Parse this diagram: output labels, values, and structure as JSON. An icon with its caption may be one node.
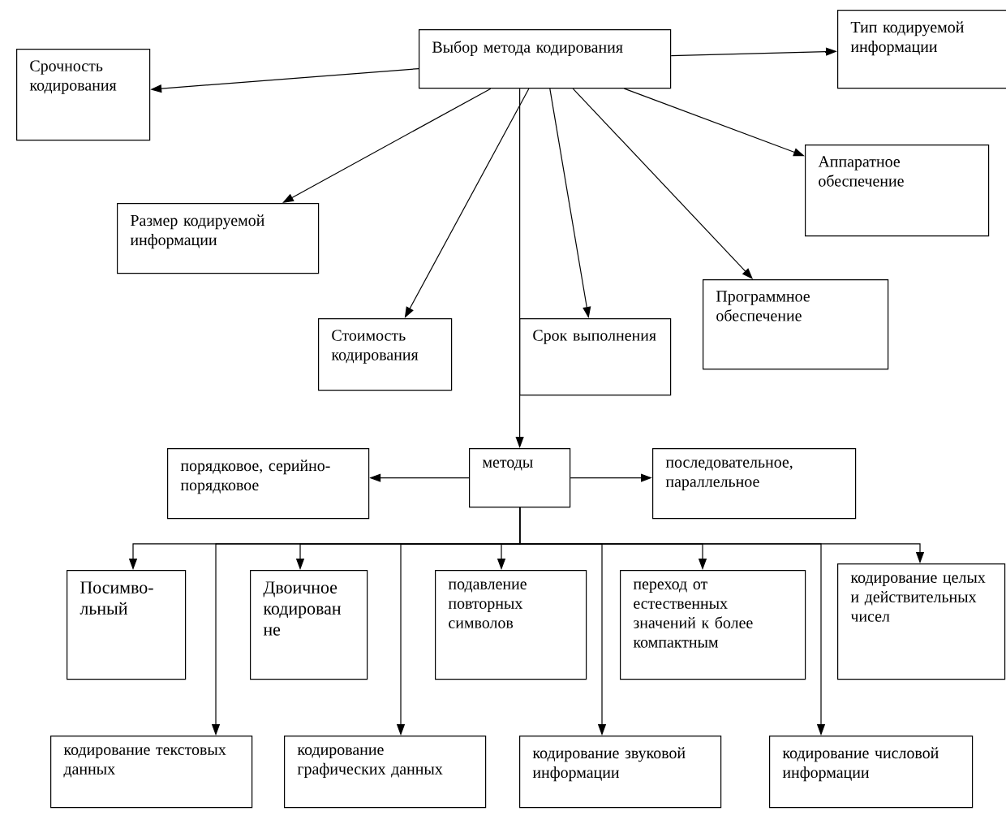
{
  "diagram": {
    "nodes": [
      {
        "text": [
          "Выбор метода кодирования"
        ]
      },
      {
        "text": [
          "Срочность кодирования"
        ]
      },
      {
        "text": [
          "Тип кодируемой информации"
        ]
      },
      {
        "text": [
          "Размер кодируемой информации"
        ]
      },
      {
        "text": [
          "Аппаратное обеспечение"
        ]
      },
      {
        "text": [
          "Стоимость кодирования"
        ]
      },
      {
        "text": [
          "Срок выполнения"
        ]
      },
      {
        "text": [
          "Программное обеспечение"
        ]
      },
      {
        "text": [
          "методы"
        ]
      },
      {
        "text": [
          "порядковое, серийно-порядковое"
        ]
      },
      {
        "text": [
          "последовательное, параллельное"
        ]
      },
      {
        "text": [
          "Посимво-льный"
        ]
      },
      {
        "text": [
          "Двоичное кодирован не"
        ]
      },
      {
        "text": [
          "подавление повторных символов"
        ]
      },
      {
        "text": [
          "переход от естественных значений к более компактным"
        ]
      },
      {
        "text": [
          "кодирование целых и действительных чисел"
        ]
      },
      {
        "text": [
          "кодирование текстовых данных"
        ]
      },
      {
        "text": [
          "кодирование графических данных"
        ]
      },
      {
        "text": [
          "кодирование звуковой информации"
        ]
      },
      {
        "text": [
          "кодирование числовой информации"
        ]
      }
    ],
    "edges": [
      {
        "from": 0,
        "to": 1,
        "arrow": "to"
      },
      {
        "from": 0,
        "to": 2,
        "arrow": "to"
      },
      {
        "from": 0,
        "to": 3,
        "arrow": "to"
      },
      {
        "from": 0,
        "to": 4,
        "arrow": "to"
      },
      {
        "from": 0,
        "to": 5,
        "arrow": "to"
      },
      {
        "from": 0,
        "to": 6,
        "arrow": "to"
      },
      {
        "from": 0,
        "to": 7,
        "arrow": "to"
      },
      {
        "from": 0,
        "to": 8,
        "arrow": "to"
      },
      {
        "from": 8,
        "to": 9,
        "arrow": "to"
      },
      {
        "from": 8,
        "to": 10,
        "arrow": "to"
      },
      {
        "from": 8,
        "to": 11,
        "arrow": "to"
      },
      {
        "from": 8,
        "to": 12,
        "arrow": "to"
      },
      {
        "from": 8,
        "to": 13,
        "arrow": "to"
      },
      {
        "from": 8,
        "to": 14,
        "arrow": "to"
      },
      {
        "from": 8,
        "to": 15,
        "arrow": "to"
      },
      {
        "from": 8,
        "to": 16,
        "arrow": "to"
      },
      {
        "from": 8,
        "to": 17,
        "arrow": "to"
      },
      {
        "from": 8,
        "to": 18,
        "arrow": "to"
      },
      {
        "from": 8,
        "to": 19,
        "arrow": "to"
      }
    ]
  }
}
